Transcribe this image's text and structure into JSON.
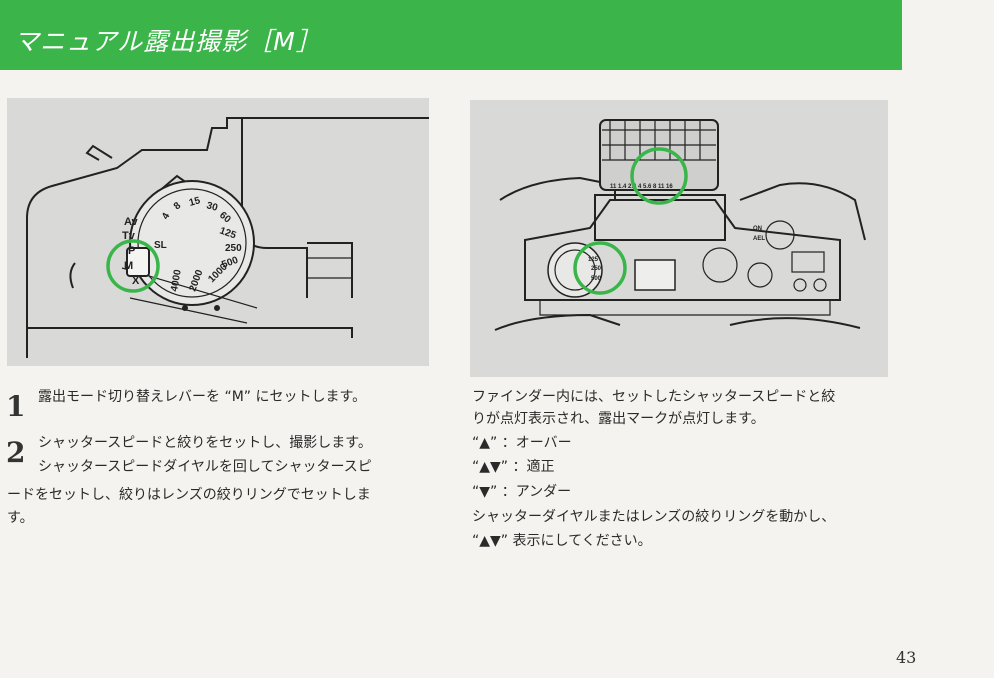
{
  "header": {
    "title": "マニュアル露出撮影［M］",
    "color": "#3bb54a"
  },
  "left_figure": {
    "mode_labels": [
      "Av",
      "Tv",
      "P",
      "M",
      "X",
      "SL"
    ],
    "speed_labels": [
      "4",
      "8",
      "15",
      "30",
      "60",
      "125",
      "250",
      "500",
      "1000",
      "2000",
      "4000"
    ]
  },
  "right_figure": {
    "lens_scale": "11 1.4  2.6 4  5.6 8  11  16",
    "dial_labels": [
      "250",
      "500",
      "125"
    ],
    "button_labels": [
      "ON",
      "AEL"
    ]
  },
  "steps": [
    {
      "number": "1",
      "lines": [
        "露出モード切り替えレバーを “M” にセットします。"
      ]
    },
    {
      "number": "2",
      "lines": [
        "シャッタースピードと絞りをセットし、撮影します。",
        "シャッタースピードダイヤルを回してシャッタースピ"
      ]
    }
  ],
  "step2_continuation": [
    "ードをセットし、絞りはレンズの絞りリングでセットしま",
    "す。"
  ],
  "right_text": [
    "ファインダー内には、セットしたシャッタースピードと絞",
    "りが点灯表示され、露出マークが点灯します。",
    "“▲” ：オーバー",
    "“▲▼” ：適正",
    "“▼” ：アンダー",
    "シャッターダイヤルまたはレンズの絞りリングを動かし、",
    "“▲▼” 表示にしてください。"
  ],
  "page_number": "43"
}
